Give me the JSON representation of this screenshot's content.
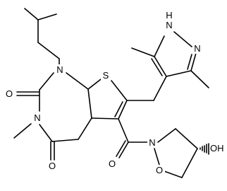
{
  "atoms": [
    {
      "id": "n1",
      "label": "N"
    },
    {
      "id": "n3",
      "label": "N"
    },
    {
      "id": "o2",
      "label": "O"
    },
    {
      "id": "o4",
      "label": "O"
    },
    {
      "id": "s",
      "label": "S"
    },
    {
      "id": "nh",
      "label": "N",
      "sub": "H"
    },
    {
      "id": "npz",
      "label": "N"
    },
    {
      "id": "oamide",
      "label": "O"
    },
    {
      "id": "nring",
      "label": "N"
    },
    {
      "id": "oring",
      "label": "O"
    },
    {
      "id": "oh",
      "label": "OH"
    }
  ],
  "colors": {
    "bond": "#000000",
    "text": "#000000",
    "background": "#ffffff"
  }
}
